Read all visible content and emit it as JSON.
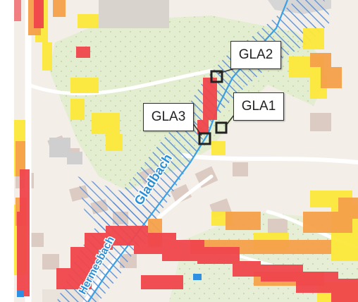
{
  "map": {
    "river_label": "Gladbach",
    "street_label": "Hermesbach",
    "colors": {
      "background": "#f3efe8",
      "forest": "#e3edcf",
      "building": "#dccbc2",
      "road": "#ffffff",
      "water_hatch": "#5a8fd8",
      "river": "#3aa0e6",
      "hazard_high": "#f0464c",
      "hazard_mid": "#f6a14a",
      "hazard_low": "#fde83a",
      "marker_stroke": "#222222"
    }
  },
  "stations": [
    {
      "id": "GLA2",
      "label": "GLA2"
    },
    {
      "id": "GLA1",
      "label": "GLA1"
    },
    {
      "id": "GLA3",
      "label": "GLA3"
    }
  ]
}
